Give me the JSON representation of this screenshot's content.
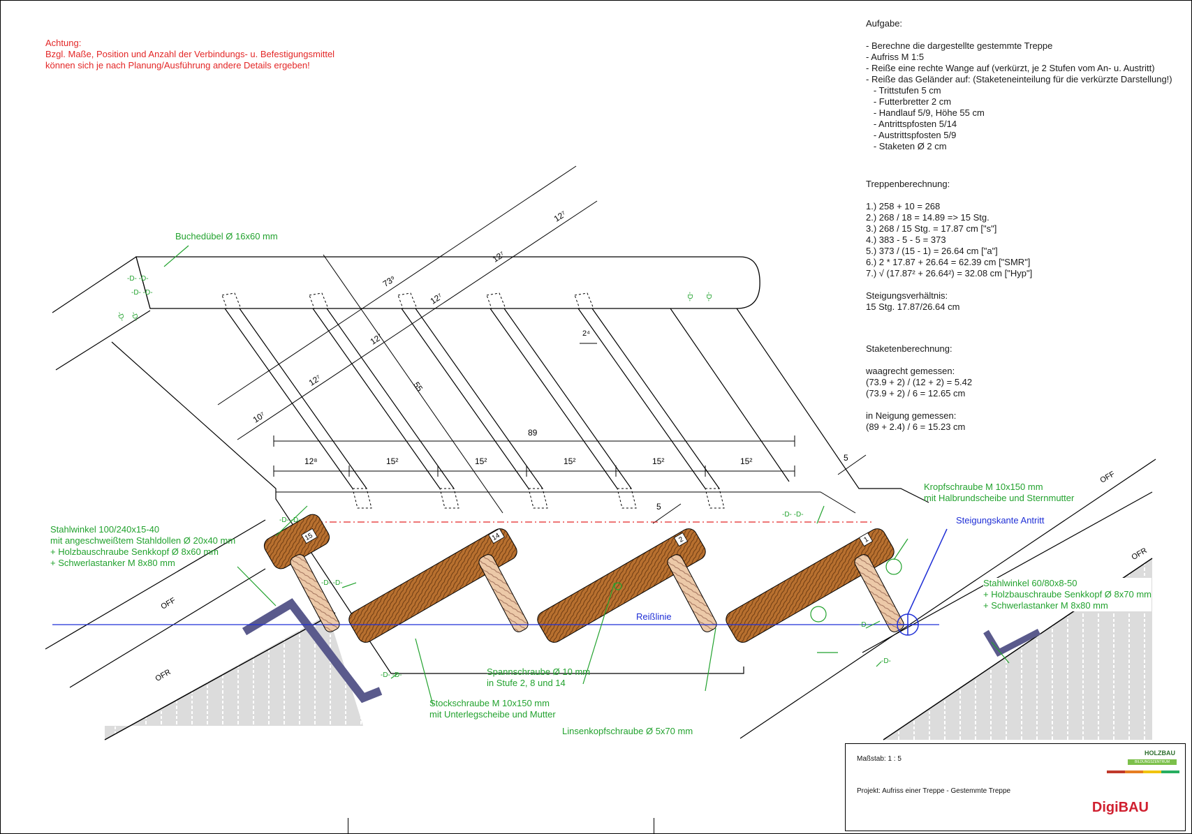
{
  "warning": {
    "lines": [
      "Achtung:",
      "Bzgl. Maße, Position und Anzahl der Verbindungs- u. Befestigungsmittel",
      "können sich je nach Planung/Ausführung andere Details ergeben!"
    ]
  },
  "task": {
    "heading": "Aufgabe:",
    "lines": [
      "- Berechne die dargestellte gestemmte Treppe",
      "- Aufriss M 1:5",
      "- Reiße eine rechte Wange auf (verkürzt, je 2 Stufen vom An- u. Austritt)",
      "- Reiße das Geländer auf: (Staketeneinteilung für die verkürzte Darstellung!)",
      "   - Trittstufen 5 cm",
      "   - Futterbretter 2 cm",
      "   - Handlauf 5/9, Höhe 55 cm",
      "   - Antrittspfosten 5/14",
      "   - Austrittspfosten 5/9",
      "   - Staketen Ø 2 cm"
    ]
  },
  "stair_calc": {
    "heading": "Treppenberechnung:",
    "lines": [
      "1.) 258 + 10 = 268",
      "2.) 268 / 18 = 14.89 => 15 Stg.",
      "3.) 268 / 15 Stg. = 17.87 cm [\"s\"]",
      "4.) 383 - 5 - 5 = 373",
      "5.) 373 / (15 - 1) = 26.64 cm [\"a\"]",
      "6.) 2 * 17.87 + 26.64 = 62.39 cm [\"SMR\"]",
      "7.) √ (17.87² + 26.64²) = 32.08 cm [\"Hyp\"]"
    ]
  },
  "ratio": {
    "heading": "Steigungsverhältnis:",
    "value": "15 Stg. 17.87/26.64 cm"
  },
  "baluster_calc": {
    "heading": "Staketenberechnung:",
    "horizontal_heading": "waagrecht gemessen:",
    "horizontal_lines": [
      "(73.9 + 2) / (12 + 2) = 5.42",
      "(73.9 + 2) / 6 = 12.65 cm"
    ],
    "incline_heading": "in Neigung gemessen:",
    "incline_lines": [
      "(89 + 2.4) / 6 = 15.23 cm"
    ]
  },
  "labels": {
    "buchedubel": "Buchedübel Ø 16x60 mm",
    "stahlwinkel_left": [
      "Stahlwinkel 100/240x15-40",
      "mit angeschweißtem Stahldollen Ø 20x40 mm",
      "+ Holzbauschraube Senkkopf Ø 8x60 mm",
      "+ Schwerlastanker M 8x80 mm"
    ],
    "kropfschraube": [
      "Kropfschraube M 10x150 mm",
      "mit Halbrundscheibe und Sternmutter"
    ],
    "steigungskante": "Steigungskante Antritt",
    "stahlwinkel_right": [
      "Stahlwinkel 60/80x8-50",
      "+ Holzbauschraube Senkkopf Ø 8x70 mm",
      "+ Schwerlastanker M 8x80 mm"
    ],
    "reisslinie": "Reißlinie",
    "spannschraube": [
      "Spannschraube Ø 10 mm",
      "in Stufe 2, 8 und 14"
    ],
    "stockschraube": [
      "Stockschraube M 10x150 mm",
      "mit Unterlegscheibe und Mutter"
    ],
    "linsenkopf": "Linsenkopfschraube Ø 5x70 mm",
    "ofr": "OFR",
    "off": "OFF"
  },
  "dimensions": {
    "d739": "73⁹",
    "d55": "55",
    "d107": "10⁷",
    "d127": "12⁷",
    "d89": "89",
    "d128": "12⁸",
    "d152": "15²",
    "d24": "2⁴",
    "d5": "5"
  },
  "steps": [
    "15",
    "14",
    "2",
    "1"
  ],
  "titleblock": {
    "scale_label": "Maßstab: 1 : 5",
    "project_label": "Projekt:    Aufriss einer Treppe - Gestemmte Treppe",
    "logo_holzbau": "HOLZBAU",
    "logo_sub": "BILDUNGSZENTRUM",
    "logo_digibau": "DigiBAU"
  },
  "colors": {
    "warning": "#e32626",
    "annotation": "#22a22e",
    "reisslinie": "#1f2fd6",
    "wood": "#b06a2c",
    "steel": "#5a5a8c",
    "redline": "#e32626"
  }
}
